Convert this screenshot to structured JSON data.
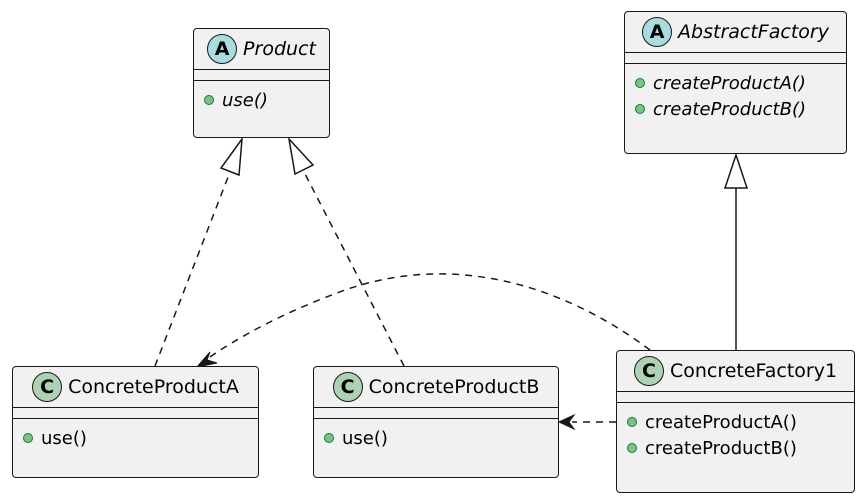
{
  "diagram": {
    "classes": {
      "product": {
        "stereotype": "A",
        "name": "Product",
        "methods": [
          "use()"
        ]
      },
      "abstract_factory": {
        "stereotype": "A",
        "name": "AbstractFactory",
        "methods": [
          "createProductA()",
          "createProductB()"
        ]
      },
      "concrete_product_a": {
        "stereotype": "C",
        "name": "ConcreteProductA",
        "methods": [
          "use()"
        ]
      },
      "concrete_product_b": {
        "stereotype": "C",
        "name": "ConcreteProductB",
        "methods": [
          "use()"
        ]
      },
      "concrete_factory_1": {
        "stereotype": "C",
        "name": "ConcreteFactory1",
        "methods": [
          "createProductA()",
          "createProductB()"
        ]
      }
    },
    "relations": [
      {
        "from": "ConcreteProductA",
        "to": "Product",
        "kind": "realization"
      },
      {
        "from": "ConcreteProductB",
        "to": "Product",
        "kind": "realization"
      },
      {
        "from": "ConcreteFactory1",
        "to": "AbstractFactory",
        "kind": "generalization"
      },
      {
        "from": "ConcreteFactory1",
        "to": "ConcreteProductA",
        "kind": "dependency"
      },
      {
        "from": "ConcreteFactory1",
        "to": "ConcreteProductB",
        "kind": "dependency"
      }
    ],
    "colors": {
      "box_fill": "#f1f1f1",
      "border": "#181818",
      "abstract_circle": "#a9dcdf",
      "concrete_circle": "#add1b2",
      "visibility_dot": "#84be84"
    }
  }
}
